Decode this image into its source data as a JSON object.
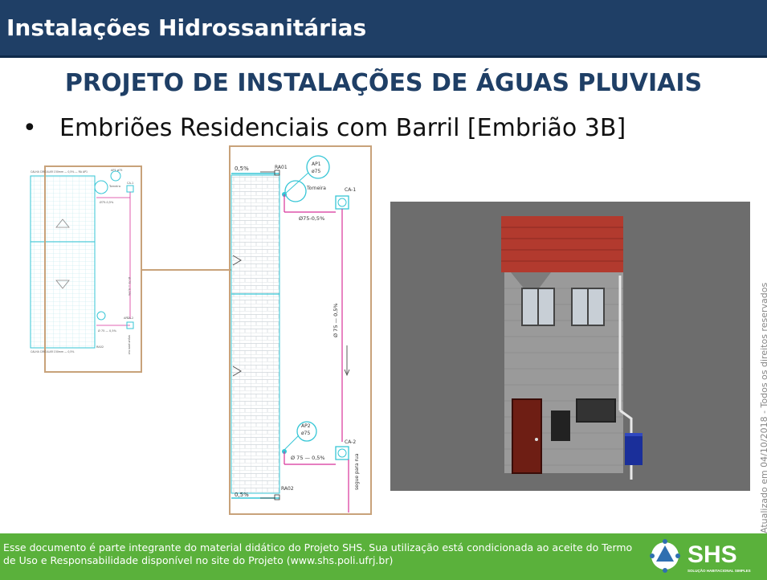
{
  "header": {
    "title": "Instalações Hidrossanitárias"
  },
  "slide": {
    "title": "PROJETO DE INSTALAÇÕES DE ÁGUAS PLUVIAIS",
    "bullet": "Embriões Residenciais com Barril [Embrião 3B]"
  },
  "plan_small": {
    "labels": {
      "gutter_top": "CALHA CIRCULAR 150mm — 0,5% — RA AP1",
      "ap1": "AP1 ø75",
      "torneira": "Torneira",
      "ca1": "CA-1",
      "pipe_top": "Ø75-0,5%",
      "pipe_vertical": "Ø 75 — 0,5%",
      "pipe_bottom": "Ø 75 — 0,5%",
      "ap2": "AP2",
      "ca2": "CA-2",
      "gutter_bottom": "CALHA CIRCULAR 150mm — 0,5%",
      "ra02": "RA02",
      "segue": "segue para rua"
    }
  },
  "plan_large": {
    "labels": {
      "slope_top": "0,5%",
      "ra01": "RA01",
      "ap1": "AP1",
      "ap1_diam": "ø75",
      "torneira": "Torneira",
      "ca1": "CA-1",
      "pipe_top": "Ø75-0,5%",
      "pipe_vertical": "Ø 75 — 0,5%",
      "ap2": "AP2",
      "ap2_diam": "ø75",
      "pipe_bottom": "Ø 75 — 0,5%",
      "ca2": "CA-2",
      "slope_bottom": "0,5%",
      "ra02": "RA02",
      "segue": "segue para rua"
    }
  },
  "footer": {
    "text": "Esse documento é parte integrante do material didático do Projeto SHS. Sua utilização está condicionada ao aceite do Termo de Uso e Responsabilidade disponível no site do Projeto (www.shs.poli.ufrj.br)",
    "logo_text": "SHS",
    "logo_subtext": "SOLUÇÃO HABITACIONAL SIMPLES"
  },
  "side_note": "Atualizado em 04/10/2018 - Todos os direitos reservados",
  "colors": {
    "header_bg": "#1f3f66",
    "title": "#1f3f66",
    "footer_bg": "#5ab13b",
    "frame": "#c8a27a",
    "cad_cyan": "#36c6d6",
    "cad_magenta": "#d8329a",
    "roof": "#b23a2e"
  }
}
